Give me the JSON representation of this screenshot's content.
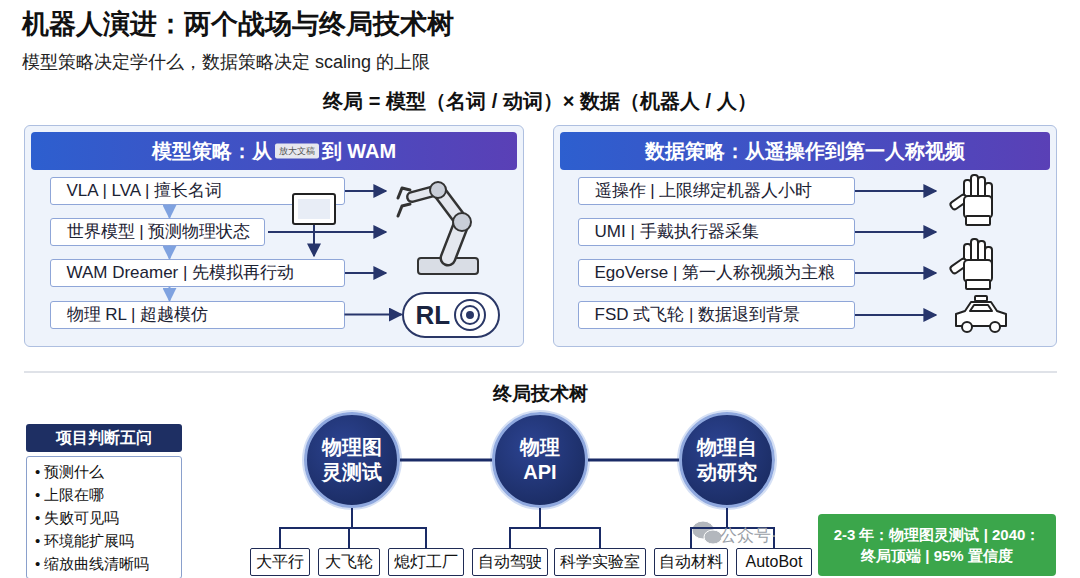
{
  "diagram": {
    "title": "机器人演进：两个战场与终局技术树",
    "nodes": [
      {
        "text": [
          "模型策略：从",
          "到 WAM"
        ]
      },
      {
        "text": [
          "VLA | LVA | 擅长名词"
        ],
        "in": 0
      },
      {
        "text": [
          "世界模型 | 预测物理状态"
        ],
        "in": 0
      },
      {
        "text": [
          "WAM Dreamer | 先模拟再行动"
        ],
        "in": 0
      },
      {
        "text": [
          "物理 RL | 超越模仿"
        ],
        "in": 0
      },
      {
        "text": [
          "RL"
        ],
        "in": 0
      },
      {
        "text": [
          "数据策略：从遥操作到第一人称视频"
        ]
      },
      {
        "text": [
          "遥操作 | 上限绑定机器人小时"
        ],
        "in": 6
      },
      {
        "text": [
          "UMI | 手戴执行器采集"
        ],
        "in": 6
      },
      {
        "text": [
          "EgoVerse | 第一人称视频为主粮"
        ],
        "in": 6
      },
      {
        "text": [
          "FSD 式飞轮 | 数据退到背景"
        ],
        "in": 6
      },
      {
        "text": [
          "项目判断五问",
          "• 预测什么",
          "• 上限在哪",
          "• 失败可见吗",
          "• 环境能扩展吗",
          "• 缩放曲线清晰吗"
        ]
      },
      {
        "text": [
          "物理图 灵测试"
        ]
      },
      {
        "text": [
          "物理 API"
        ]
      },
      {
        "text": [
          "物理自 动研究"
        ]
      },
      {
        "text": [
          "大平行"
        ]
      },
      {
        "text": [
          "大飞轮"
        ]
      },
      {
        "text": [
          "熄灯工厂"
        ]
      },
      {
        "text": [
          "自动驾驶"
        ]
      },
      {
        "text": [
          "科学实验室"
        ]
      },
      {
        "text": [
          "自动材料"
        ]
      },
      {
        "text": [
          "AutoBot"
        ]
      },
      {
        "text": [
          "2-3 年：物理图灵测试 | 2040： 终局顶端 | 95% 置信度"
        ]
      }
    ],
    "edges": [
      {
        "from": 1,
        "to": 2,
        "arrow": "to"
      },
      {
        "from": 2,
        "to": 3,
        "arrow": "to"
      },
      {
        "from": 3,
        "to": 4,
        "arrow": "to"
      },
      {
        "from": 4,
        "to": 5,
        "arrow": "to"
      },
      {
        "from": 12,
        "to": 13,
        "arrow": "none"
      },
      {
        "from": 13,
        "to": 14,
        "arrow": "none"
      },
      {
        "from": 12,
        "to": 15,
        "arrow": "none"
      },
      {
        "from": 12,
        "to": 16,
        "arrow": "none"
      },
      {
        "from": 12,
        "to": 17,
        "arrow": "none"
      },
      {
        "from": 13,
        "to": 18,
        "arrow": "none"
      },
      {
        "from": 13,
        "to": 19,
        "arrow": "none"
      },
      {
        "from": 14,
        "to": 20,
        "arrow": "none"
      },
      {
        "from": 14,
        "to": 21,
        "arrow": "none"
      }
    ],
    "labels": [
      "模型策略决定学什么，数据策略决定 scaling 的上限",
      "终局 = 模型（名词 / 动词）× 数据（机器人 / 人）",
      "放大文稿",
      "终局技术树",
      "公众号·"
    ]
  }
}
